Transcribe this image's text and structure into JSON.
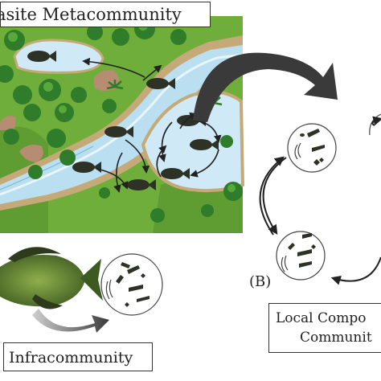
{
  "labels": {
    "title": "asite Metacommunity",
    "infracommunity": "Infracommunity",
    "local_line1": "Local Compo",
    "local_line2": "Communit",
    "panel_b": "(B)"
  },
  "colors": {
    "land": "#6fae3a",
    "land_dark": "#4f8a2a",
    "river_outer": "#c6a978",
    "river_water": "#b9dff1",
    "river_stripe": "#e8f6fc",
    "lake": "#cfeaf6",
    "tree": "#2f7d2a",
    "tree_light": "#58a83a",
    "rock": "#b68c72",
    "fish": "#2d3126",
    "host_fish": "#6d8f3a",
    "arrow": "#222222",
    "gray_arrow": "#4a4a4a"
  }
}
